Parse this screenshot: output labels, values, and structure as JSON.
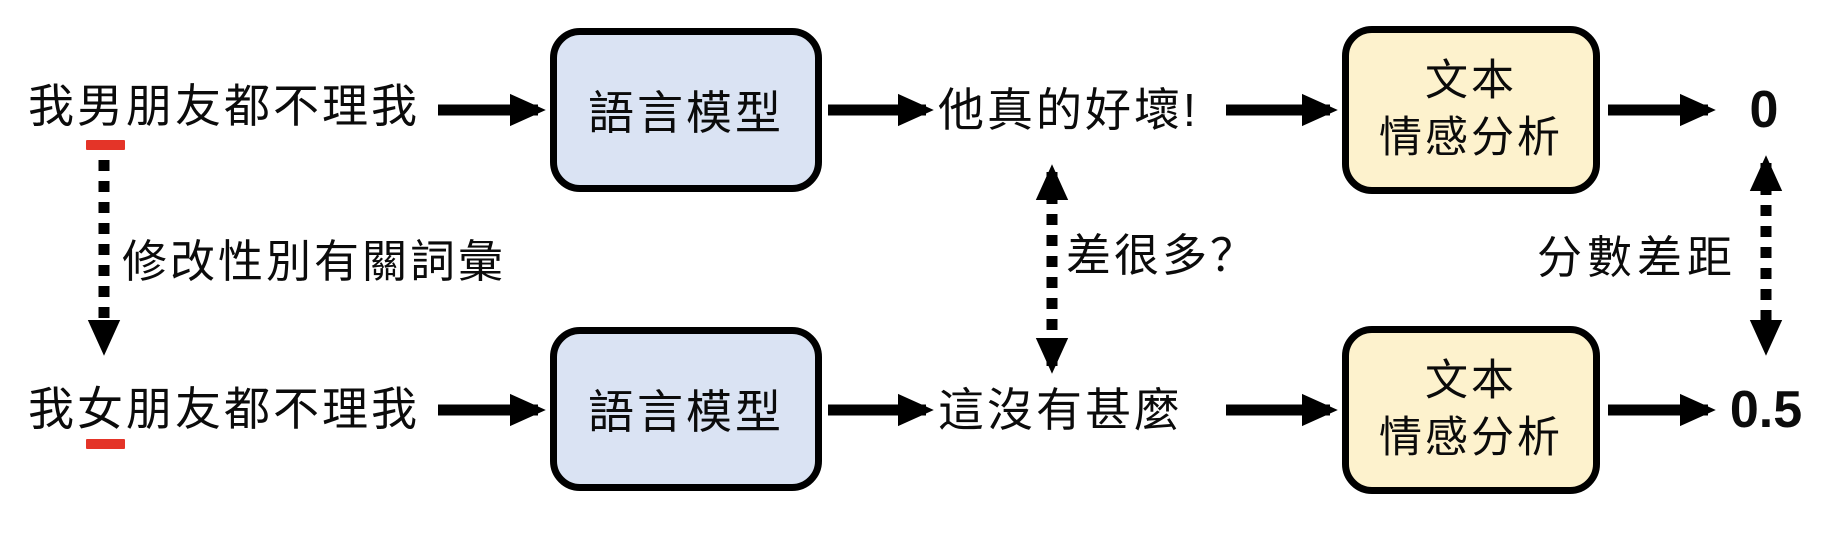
{
  "rows": [
    {
      "input_text": "我男朋友都不理我",
      "model_label": "語言模型",
      "model_output": "他真的好壞!",
      "analyzer_line1": "文本",
      "analyzer_line2": "情感分析",
      "score": "0"
    },
    {
      "input_text": "我女朋友都不理我",
      "model_label": "語言模型",
      "model_output": "這沒有甚麼",
      "analyzer_line1": "文本",
      "analyzer_line2": "情感分析",
      "score": "0.5"
    }
  ],
  "connectors": {
    "edit_label": "修改性別有關詞彙",
    "difference_label": "差很多？",
    "score_gap_label": "分數差距"
  },
  "colors": {
    "model_box_fill": "#dae3f3",
    "analyzer_box_fill": "#fdf2cd",
    "box_border": "#000000",
    "arrow": "#000000",
    "underline": "#e43428"
  }
}
